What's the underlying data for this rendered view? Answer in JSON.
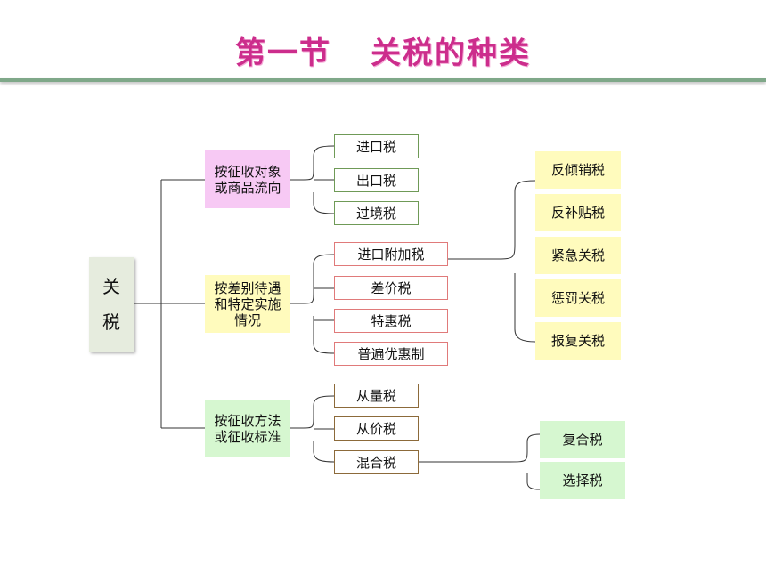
{
  "title": {
    "part1": "第一节",
    "part2": "关税的种类"
  },
  "root": {
    "char1": "关",
    "char2": "税"
  },
  "categories": [
    {
      "label": "按征收对象或商品流向"
    },
    {
      "label": "按差别待遇和特定实施情况"
    },
    {
      "label": "按征收方法或征收标准"
    }
  ],
  "group1": [
    "进口税",
    "出口税",
    "过境税"
  ],
  "group2": [
    "进口附加税",
    "差价税",
    "特惠税",
    "普遍优惠制"
  ],
  "group3": [
    "从量税",
    "从价税",
    "混合税"
  ],
  "surcharges": [
    "反倾销税",
    "反补贴税",
    "紧急关税",
    "惩罚关税",
    "报复关税"
  ],
  "mixed": [
    "复合税",
    "选择税"
  ]
}
